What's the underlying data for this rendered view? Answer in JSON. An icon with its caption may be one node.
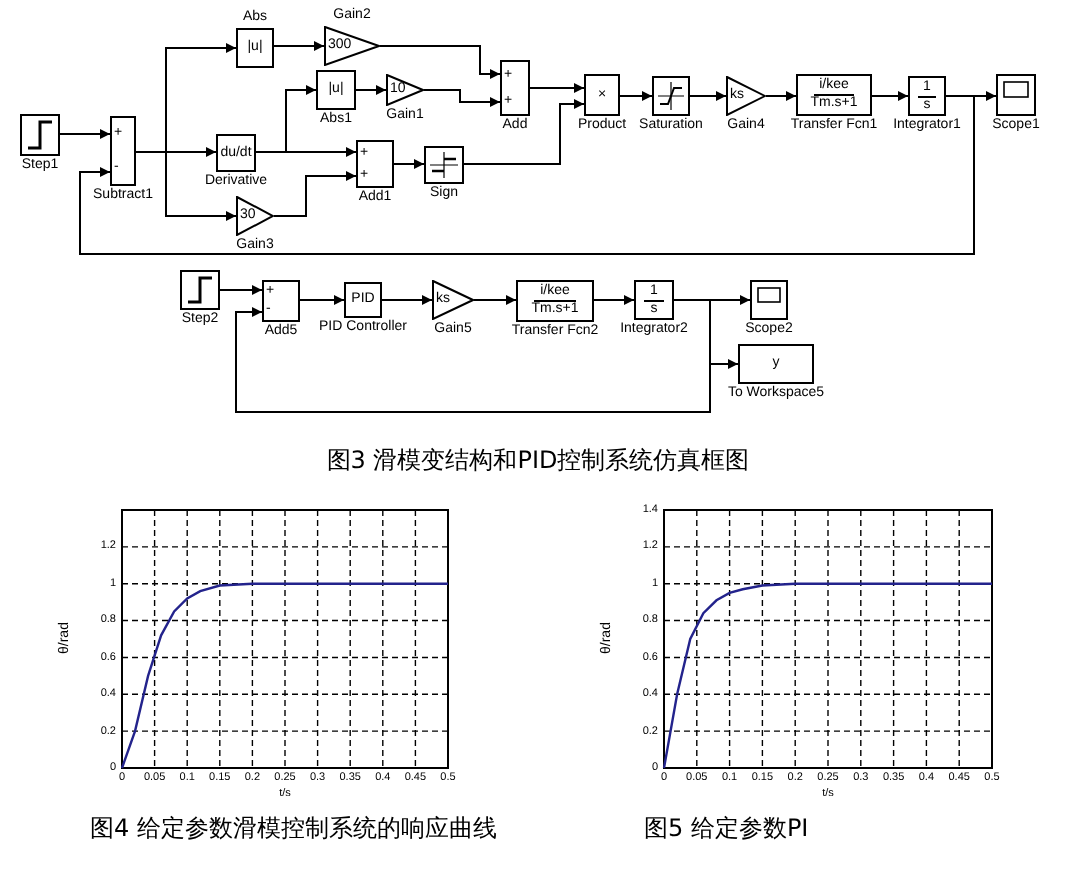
{
  "diagram": {
    "nodes": [
      {
        "text": [
          "Step1"
        ]
      },
      {
        "text": [
          "+",
          "-",
          "Subtract1"
        ]
      },
      {
        "text": [
          "Abs",
          "|u|"
        ]
      },
      {
        "text": [
          "Gain2",
          "300"
        ]
      },
      {
        "text": [
          "du/dt",
          "Derivative"
        ]
      },
      {
        "text": [
          "|u|",
          "Abs1"
        ]
      },
      {
        "text": [
          "10",
          "Gain1"
        ]
      },
      {
        "text": [
          "30",
          "Gain3"
        ]
      },
      {
        "text": [
          "+",
          "+",
          "Add"
        ]
      },
      {
        "text": [
          "+",
          "+",
          "Add1"
        ]
      },
      {
        "text": [
          "Sign"
        ]
      },
      {
        "text": [
          "×",
          "Product"
        ]
      },
      {
        "text": [
          "Saturation"
        ]
      },
      {
        "text": [
          "ks",
          "Gain4"
        ]
      },
      {
        "text": [
          "i/kee",
          "Tm.s+1",
          "Transfer Fcn1"
        ]
      },
      {
        "text": [
          "1",
          "s",
          "Integrator1"
        ]
      },
      {
        "text": [
          "Scope1"
        ]
      },
      {
        "text": [
          "Step2"
        ]
      },
      {
        "text": [
          "+",
          "-",
          "Add5"
        ]
      },
      {
        "text": [
          "PID",
          "PID Controller"
        ]
      },
      {
        "text": [
          "ks",
          "Gain5"
        ]
      },
      {
        "text": [
          "i/kee",
          "Tm.s+1",
          "Transfer Fcn2"
        ]
      },
      {
        "text": [
          "1",
          "s",
          "Integrator2"
        ]
      },
      {
        "text": [
          "Scope2"
        ]
      },
      {
        "text": [
          "y",
          "To Workspace5"
        ]
      }
    ],
    "edges": [
      {
        "from": 0,
        "to": 1,
        "arrow": "to"
      },
      {
        "from": 1,
        "to": 2,
        "arrow": "to"
      },
      {
        "from": 1,
        "to": 4,
        "arrow": "to"
      },
      {
        "from": 1,
        "to": 7,
        "arrow": "to"
      },
      {
        "from": 2,
        "to": 3,
        "arrow": "to"
      },
      {
        "from": 3,
        "to": 8,
        "arrow": "to"
      },
      {
        "from": 4,
        "to": 5,
        "arrow": "to"
      },
      {
        "from": 4,
        "to": 9,
        "arrow": "to"
      },
      {
        "from": 5,
        "to": 6,
        "arrow": "to"
      },
      {
        "from": 6,
        "to": 8,
        "arrow": "to"
      },
      {
        "from": 7,
        "to": 9,
        "arrow": "to"
      },
      {
        "from": 9,
        "to": 10,
        "arrow": "to"
      },
      {
        "from": 8,
        "to": 11,
        "arrow": "to"
      },
      {
        "from": 10,
        "to": 11,
        "arrow": "to"
      },
      {
        "from": 11,
        "to": 12,
        "arrow": "to"
      },
      {
        "from": 12,
        "to": 13,
        "arrow": "to"
      },
      {
        "from": 13,
        "to": 14,
        "arrow": "to"
      },
      {
        "from": 14,
        "to": 15,
        "arrow": "to"
      },
      {
        "from": 15,
        "to": 16,
        "arrow": "to"
      },
      {
        "from": 15,
        "to": 1,
        "arrow": "to"
      },
      {
        "from": 17,
        "to": 18,
        "arrow": "to"
      },
      {
        "from": 18,
        "to": 19,
        "arrow": "to"
      },
      {
        "from": 19,
        "to": 20,
        "arrow": "to"
      },
      {
        "from": 20,
        "to": 21,
        "arrow": "to"
      },
      {
        "from": 21,
        "to": 22,
        "arrow": "to"
      },
      {
        "from": 22,
        "to": 23,
        "arrow": "to"
      },
      {
        "from": 22,
        "to": 24,
        "arrow": "to"
      },
      {
        "from": 22,
        "to": 18,
        "arrow": "to"
      }
    ],
    "labels": [
      "图3 滑模变结构和PID控制系统仿真框图",
      "图4 给定参数滑模控制系统的响应曲线",
      "图5 给定参数PI"
    ],
    "chart_data": [
      {
        "type": "line",
        "xlabel": "t/s",
        "ylabel": "θ/rad",
        "x": [
          0,
          0.02,
          0.04,
          0.06,
          0.08,
          0.1,
          0.12,
          0.15,
          0.2,
          0.25,
          0.3,
          0.35,
          0.4,
          0.45,
          0.5
        ],
        "series": [
          {
            "color": "#23238c",
            "values": [
              0,
              0.2,
              0.5,
              0.72,
              0.85,
              0.92,
              0.96,
              0.99,
              1,
              1,
              1,
              1,
              1,
              1,
              1
            ]
          }
        ],
        "grid": true,
        "xlim": [
          0,
          0.5
        ],
        "ylim": [
          0,
          1.4
        ],
        "xticks": [
          0,
          0.05,
          0.1,
          0.15,
          0.2,
          0.25,
          0.3,
          0.35,
          0.4,
          0.45,
          0.5
        ],
        "yticks": [
          0,
          0.2,
          0.4,
          0.6,
          0.8,
          1,
          1.2
        ]
      },
      {
        "type": "line",
        "xlabel": "t/s",
        "ylabel": "θ/rad",
        "x": [
          0,
          0.02,
          0.04,
          0.06,
          0.08,
          0.1,
          0.12,
          0.15,
          0.2,
          0.25,
          0.3,
          0.35,
          0.4,
          0.45,
          0.5
        ],
        "series": [
          {
            "color": "#23238c",
            "values": [
              0,
              0.4,
              0.7,
              0.84,
              0.91,
              0.95,
              0.97,
              0.99,
              1,
              1,
              1,
              1,
              1,
              1,
              1
            ]
          }
        ],
        "grid": true,
        "xlim": [
          0,
          0.5
        ],
        "ylim": [
          0,
          1.4
        ],
        "xticks": [
          0,
          0.05,
          0.1,
          0.15,
          0.2,
          0.25,
          0.3,
          0.35,
          0.4,
          0.45,
          0.5
        ],
        "yticks": [
          0,
          0.2,
          0.4,
          0.6,
          0.8,
          1,
          1.2,
          1.4
        ]
      }
    ]
  }
}
